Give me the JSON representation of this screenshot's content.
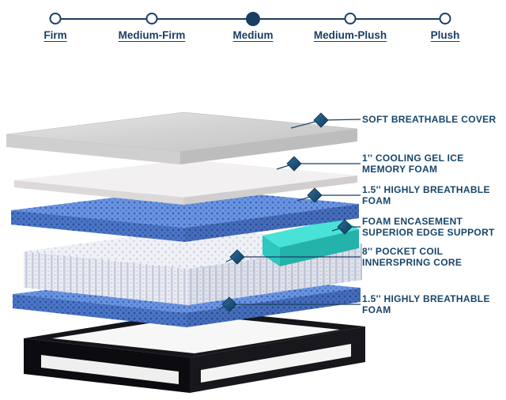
{
  "firmness_scale": {
    "selected_label": "Medium",
    "options": [
      {
        "label": "Firm"
      },
      {
        "label": "Medium-Firm"
      },
      {
        "label": "Medium"
      },
      {
        "label": "Medium-Plush"
      },
      {
        "label": "Plush"
      }
    ]
  },
  "mattress_diagram": {
    "labels": [
      {
        "line1": "SOFT BREATHABLE COVER",
        "line2": ""
      },
      {
        "line1": "1'' COOLING GEL ICE",
        "line2": "MEMORY FOAM"
      },
      {
        "line1": "1.5'' HIGHLY BREATHABLE",
        "line2": "FOAM"
      },
      {
        "line1": "FOAM ENCASEMENT",
        "line2": "SUPERIOR EDGE SUPPORT"
      },
      {
        "line1": "8'' POCKET COIL",
        "line2": "INNERSPRING CORE"
      },
      {
        "line1": "1.5'' HIGHLY BREATHABLE",
        "line2": "FOAM"
      }
    ]
  },
  "colors": {
    "navy": "#1A3E62",
    "label_navy": "#17456B",
    "teal": "#49E2D8",
    "foam_blue": "#6C95E1",
    "cover_gray": "#D2D2D2",
    "base_black": "#111116"
  }
}
